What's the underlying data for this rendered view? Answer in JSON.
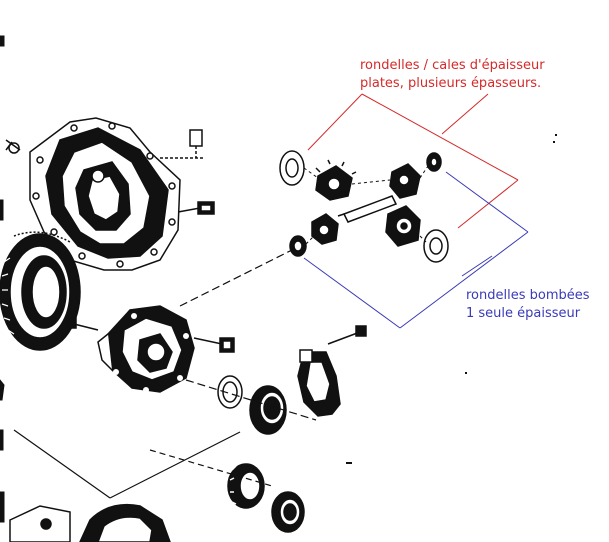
{
  "annotations": {
    "flat_washers": {
      "line1": "rondelles / cales d'épaisseur",
      "line2": "plates, plusieurs épasseurs.",
      "color": "#d42a2a"
    },
    "domed_washers": {
      "line1": "rondelles bombées",
      "line2": "1 seule épaisseur",
      "color": "#3a3ab8"
    }
  },
  "line_color": "#111111"
}
